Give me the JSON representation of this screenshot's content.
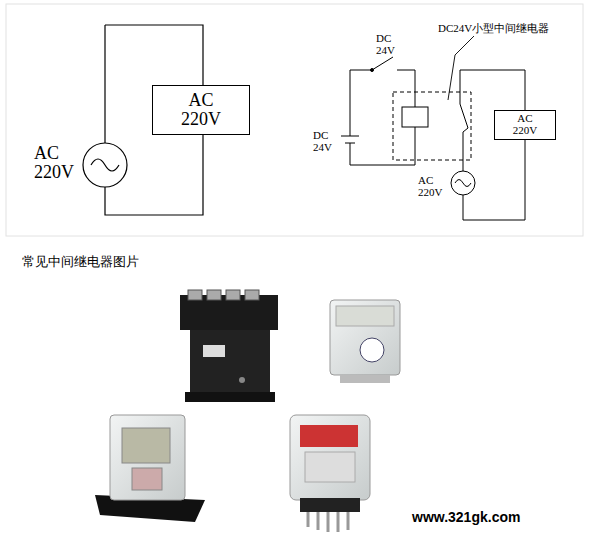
{
  "diagram": {
    "nodes": [
      {
        "text": [
          "AC 220V"
        ]
      },
      {
        "text": [
          "AC 220V"
        ]
      }
    ],
    "labels": [
      "AC 220V",
      "DC 24V",
      "DC24V小型中间继电器",
      "DC 24V",
      "AC 220V",
      "常见中间继电器图片",
      "www.321gk.com"
    ]
  }
}
